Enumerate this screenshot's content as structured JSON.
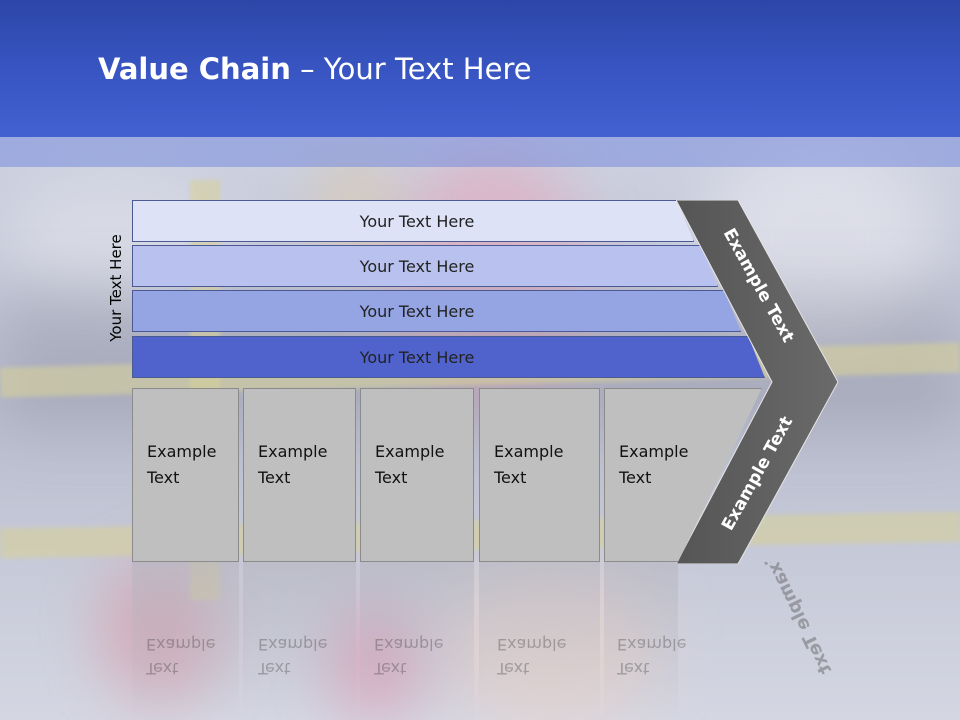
{
  "slide": {
    "title_strong": "Value Chain",
    "title_rest": " – Your Text Here",
    "side_label": "Your Text Here"
  },
  "bands": [
    {
      "label": "Your Text Here"
    },
    {
      "label": "Your Text Here"
    },
    {
      "label": "Your Text Here"
    },
    {
      "label": "Your Text Here"
    }
  ],
  "arrow": {
    "upper_label": "Example Text",
    "lower_label": "Example Text"
  },
  "columns": [
    {
      "line1": "Example",
      "line2": "Text"
    },
    {
      "line1": "Example",
      "line2": "Text"
    },
    {
      "line1": "Example",
      "line2": "Text"
    },
    {
      "line1": "Example",
      "line2": "Text"
    },
    {
      "line1": "Example",
      "line2": "Text"
    }
  ],
  "colors": {
    "header": "#3a57c6",
    "band1": "#dde2f6",
    "band2": "#b9c2ee",
    "band3": "#95a5e4",
    "band4": "#5063cd",
    "arrow": "#5f5f5f",
    "column": "#bfbfbf"
  }
}
